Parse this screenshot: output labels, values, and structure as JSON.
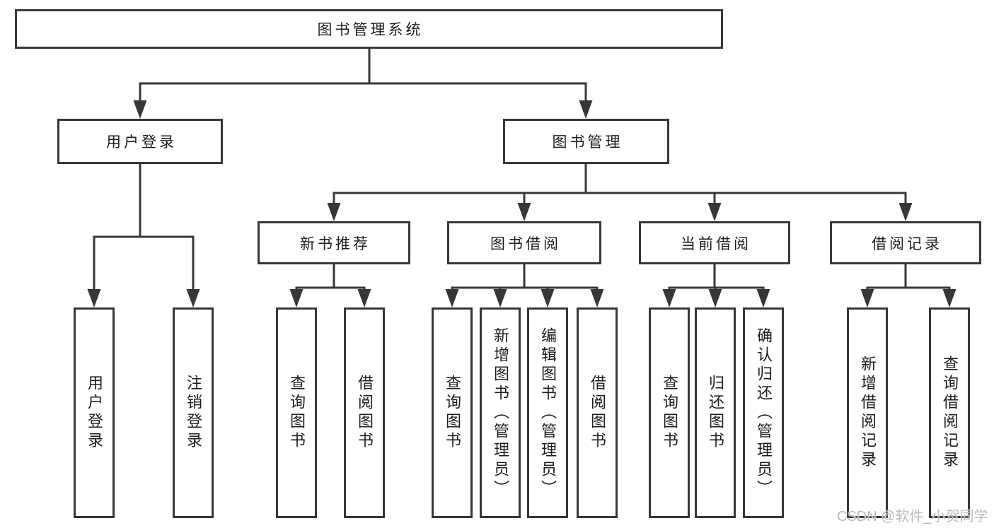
{
  "diagram": {
    "root": {
      "label": "图书管理系统"
    },
    "login": {
      "label": "用户登录",
      "children": [
        {
          "label": "用户登录"
        },
        {
          "label": "注销登录"
        }
      ]
    },
    "mgmt": {
      "label": "图书管理",
      "children": [
        {
          "label": "新书推荐",
          "children": [
            {
              "label": "查询图书"
            },
            {
              "label": "借阅图书"
            }
          ]
        },
        {
          "label": "图书借阅",
          "children": [
            {
              "label": "查询图书"
            },
            {
              "label": "新增图书（管理员）"
            },
            {
              "label": "编辑图书（管理员）"
            },
            {
              "label": "借阅图书"
            }
          ]
        },
        {
          "label": "当前借阅",
          "children": [
            {
              "label": "查询图书"
            },
            {
              "label": "归还图书"
            },
            {
              "label": "确认归还（管理员）"
            }
          ]
        },
        {
          "label": "借阅记录",
          "children": [
            {
              "label": "新增借阅记录"
            },
            {
              "label": "查询借阅记录"
            }
          ]
        }
      ]
    }
  },
  "watermark": {
    "text": "CSDN @软件_小贺同学"
  },
  "colors": {
    "line": "#373737",
    "box_border": "#373737",
    "text": "#1c1c1c",
    "watermark": "#b9bdc1"
  }
}
